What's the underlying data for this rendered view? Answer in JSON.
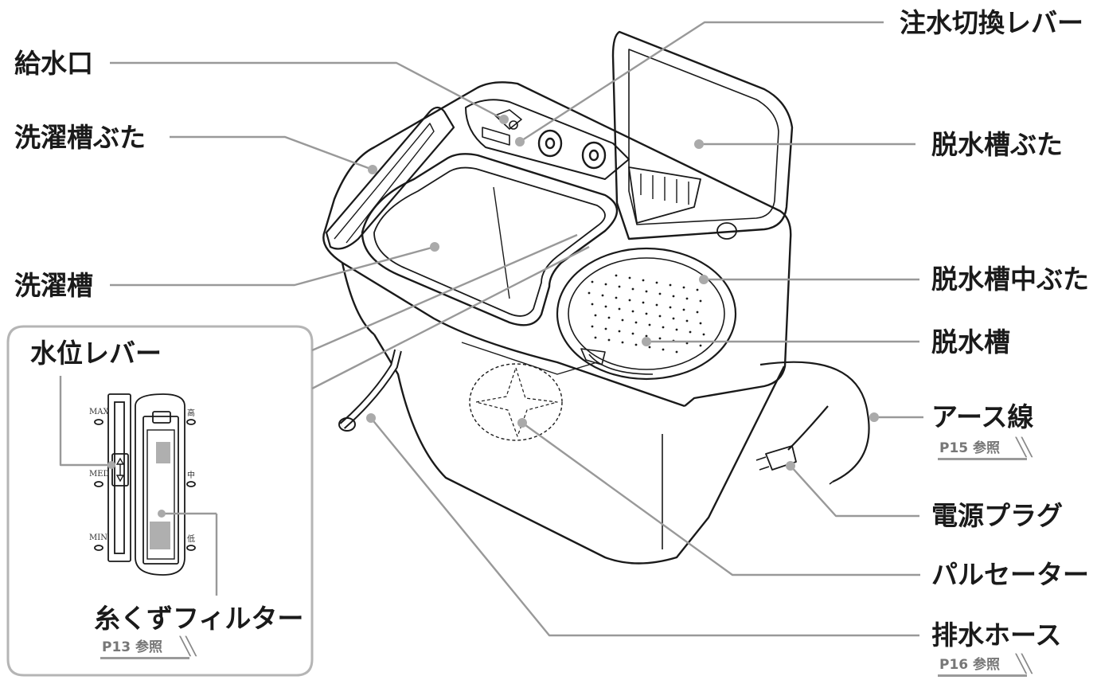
{
  "labels": {
    "water_inlet": "給水口",
    "wash_lid": "洗濯槽ぶた",
    "wash_tub": "洗濯槽",
    "water_level_lever": "水位レバー",
    "lint_filter": "糸くずフィルター",
    "switch_lever": "注水切換レバー",
    "spin_lid": "脱水槽ぶた",
    "spin_inner_lid": "脱水槽中ぶた",
    "spin_tub": "脱水槽",
    "ground_wire": "アース線",
    "power_plug": "電源プラグ",
    "pulsator": "パルセーター",
    "drain_hose": "排水ホース"
  },
  "refs": {
    "lint_filter": "P13 参照",
    "ground_wire": "P15 参照",
    "drain_hose": "P16 参照"
  },
  "scale": {
    "max": "MAX",
    "med": "MED",
    "min": "MIN",
    "high": "高",
    "mid": "中",
    "low": "低"
  },
  "colors": {
    "line": "#1a1a1a",
    "leader": "#999999",
    "dot": "#aaaaaa",
    "inset_border": "#b5b5b5"
  }
}
